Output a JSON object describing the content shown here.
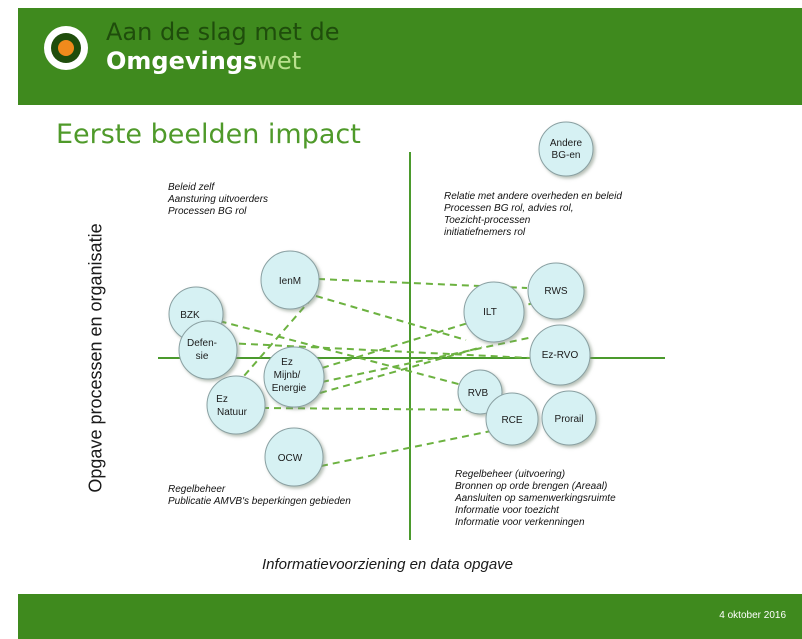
{
  "header": {
    "logo_icon": "target-logo-icon",
    "logo_line1": "Aan de slag met de",
    "logo_line2_bold": "Omgevings",
    "logo_line2_light": "wet",
    "brand_color": "#3f8a1e"
  },
  "slide": {
    "title": "Eerste beelden impact",
    "y_axis_label": "Opgave processen en organisatie",
    "x_axis_label": "Informatievoorziening en data opgave"
  },
  "quadrants": {
    "top_left": [
      "Beleid zelf",
      "Aansturing uitvoerders",
      "Processen BG rol"
    ],
    "top_right": [
      "Relatie met andere overheden en beleid",
      "Processen BG rol, advies rol,",
      "Toezicht-processen",
      "initiatiefnemers rol"
    ],
    "bottom_left": [
      "Regelbeheer",
      "Publicatie AMVB's beperkingen gebieden"
    ],
    "bottom_right": [
      "Regelbeheer (uitvoering)",
      "Bronnen op orde brengen (Areaal)",
      "Aansluiten op samenwerkingsruimte",
      "Informatie  voor toezicht",
      "Informatie  voor verkenningen"
    ]
  },
  "nodes": {
    "andere": [
      "Andere",
      "BG-en"
    ],
    "ienm": [
      "IenM"
    ],
    "bzk": [
      "BZK"
    ],
    "defensie": [
      "Defen-",
      "sie"
    ],
    "ez_mijnb": [
      "Ez",
      "Mijnb/",
      "Energie"
    ],
    "ez_natuur": [
      "Ez",
      "Natuur"
    ],
    "ocw": [
      "OCW"
    ],
    "ilt": [
      "ILT"
    ],
    "rws": [
      "RWS"
    ],
    "ez_rvo": [
      "Ez-RVO"
    ],
    "rvb": [
      "RVB"
    ],
    "rce": [
      "RCE"
    ],
    "prorail": [
      "Prorail"
    ]
  },
  "colors": {
    "node_fill": "#d6f1f3",
    "node_stroke": "#8aa0a2",
    "axis": "#4b9a2d",
    "link": "#6cb240"
  },
  "footer": {
    "date": "4 oktober 2016"
  }
}
